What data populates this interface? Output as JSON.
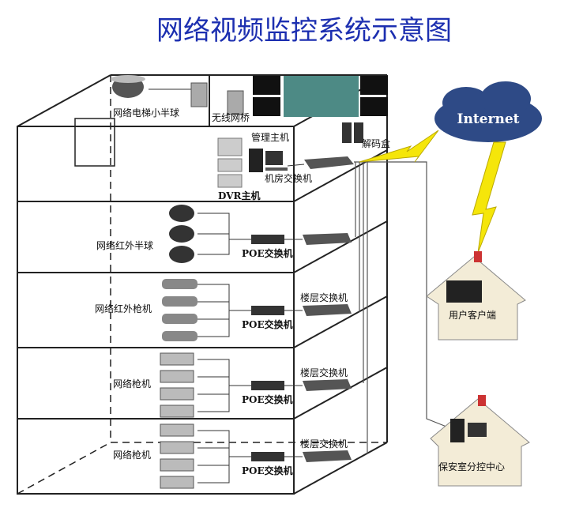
{
  "title": "网络视频监控系统示意图",
  "colors": {
    "title": "#1c2fb0",
    "lightning": "#f5e60a",
    "cloud": "#2e4a86",
    "house_wall": "#f3ecd7",
    "house_roof": "#ffffff"
  },
  "top_floor": {
    "elevator_dome": "网络电梯小半球",
    "wireless_bridge": "无线网桥",
    "mgmt_host": "管理主机",
    "decoder": "解码盒",
    "core_switch": "机房交换机",
    "dvr": "DVR主机"
  },
  "internet": "Internet",
  "floors": [
    {
      "camera_label": "网络红外半球",
      "poe": "POE交换机",
      "floor_switch": ""
    },
    {
      "camera_label": "网络红外枪机",
      "poe": "POE交换机",
      "floor_switch": "楼层交换机"
    },
    {
      "camera_label": "网络枪机",
      "poe": "POE交换机",
      "floor_switch": "楼层交换机"
    },
    {
      "camera_label": "网络枪机",
      "poe": "POE交换机",
      "floor_switch": "楼层交换机"
    }
  ],
  "remote": {
    "client": "用户客户端",
    "security_room": "保安室分控中心"
  }
}
